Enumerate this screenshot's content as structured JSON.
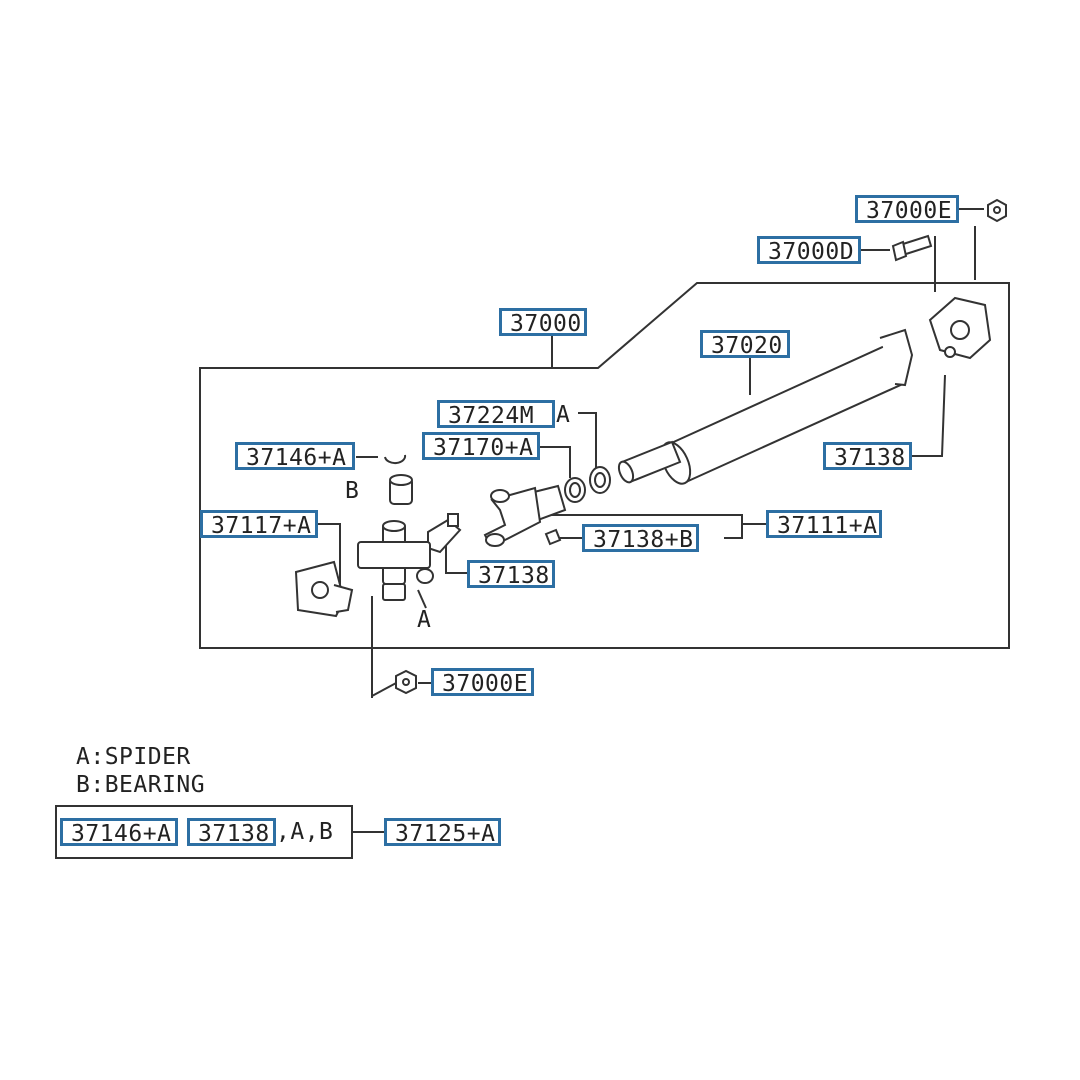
{
  "callouts": {
    "c37000E_top": "37000E",
    "c37000D": "37000D",
    "c37000": "37000",
    "c37020": "37020",
    "c37224M": "37224M",
    "cA_37224": "A",
    "c37170": "37170+A",
    "c37146": "37146+A",
    "cB": "B",
    "c37117": "37117+A",
    "c37138_right": "37138",
    "c37138B": "37138+B",
    "c37111": "37111+A",
    "c37138_mid": "37138",
    "cA_spider": "A",
    "c37000E_bottom": "37000E"
  },
  "legend": {
    "a": "A:SPIDER",
    "b": "B:BEARING"
  },
  "kit": {
    "item1": "37146+A",
    "item2": "37138",
    "suffix": ",A,B",
    "result": "37125+A"
  },
  "colors": {
    "callout_border": "#2d6fa3",
    "line": "#333333"
  }
}
